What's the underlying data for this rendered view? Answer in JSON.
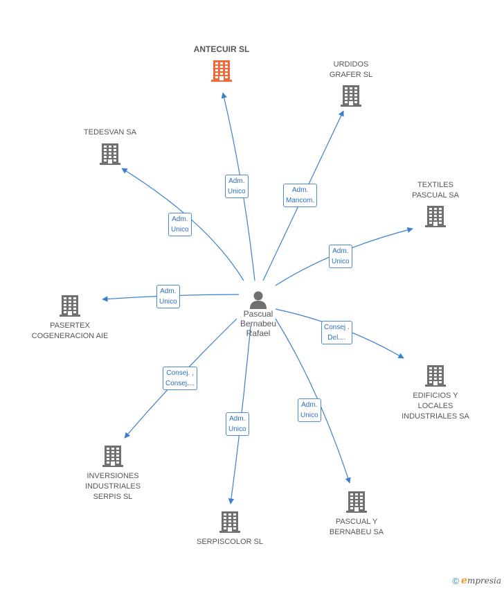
{
  "colors": {
    "edge": "#3a7fd0",
    "building": "#707070",
    "focus_building": "#f26a3a"
  },
  "center": {
    "name": "Pascual\nBernabeu\nRafael",
    "icon": "person-icon"
  },
  "companies": [
    {
      "id": "antecuir",
      "name": "ANTECUIR SL",
      "focus": true,
      "icon": "building-icon"
    },
    {
      "id": "urdidos",
      "name": "URDIDOS\nGRAFER SL",
      "focus": false,
      "icon": "building-icon"
    },
    {
      "id": "tedesvan",
      "name": "TEDESVAN SA",
      "focus": false,
      "icon": "building-icon"
    },
    {
      "id": "textiles",
      "name": "TEXTILES\nPASCUAL SA",
      "focus": false,
      "icon": "building-icon"
    },
    {
      "id": "pasertex",
      "name": "PASERTEX\nCOGENERACION AIE",
      "focus": false,
      "icon": "building-icon"
    },
    {
      "id": "edificios",
      "name": "EDIFICIOS Y\nLOCALES\nINDUSTRIALES SA",
      "focus": false,
      "icon": "building-icon"
    },
    {
      "id": "inversiones",
      "name": "INVERSIONES\nINDUSTRIALES\nSERPIS SL",
      "focus": false,
      "icon": "building-icon"
    },
    {
      "id": "serpiscolor",
      "name": "SERPISCOLOR SL",
      "focus": false,
      "icon": "building-icon"
    },
    {
      "id": "pascualbernabeu",
      "name": "PASCUAL Y\nBERNABEU SA",
      "focus": false,
      "icon": "building-icon"
    }
  ],
  "relations": [
    {
      "to": "antecuir",
      "label": "Adm.\nUnico"
    },
    {
      "to": "urdidos",
      "label": "Adm.\nMancom."
    },
    {
      "to": "tedesvan",
      "label": "Adm.\nUnico"
    },
    {
      "to": "textiles",
      "label": "Adm.\nUnico"
    },
    {
      "to": "pasertex",
      "label": "Adm.\nUnico"
    },
    {
      "to": "edificios",
      "label": "Consej .\nDel...."
    },
    {
      "to": "inversiones",
      "label": "Consej. ,\nConsej...."
    },
    {
      "to": "serpiscolor",
      "label": "Adm.\nUnico"
    },
    {
      "to": "pascualbernabeu",
      "label": "Adm.\nUnico"
    }
  ],
  "footer": {
    "copyright": "©",
    "brand_initial": "e",
    "brand_rest": "mpresia"
  }
}
